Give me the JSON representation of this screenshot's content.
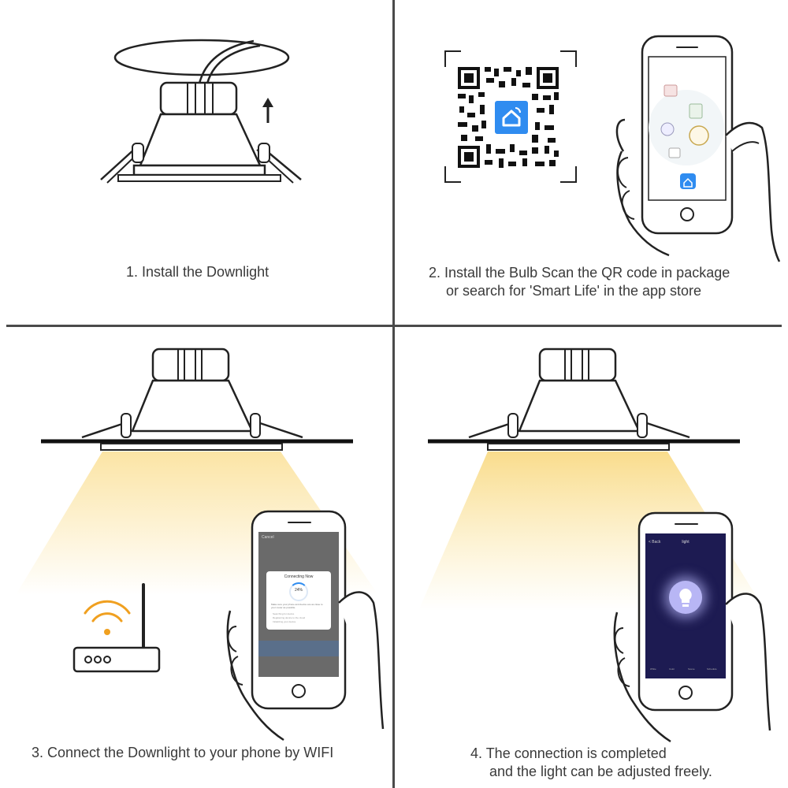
{
  "steps": [
    {
      "caption": "1. Install the Downlight"
    },
    {
      "caption_line1": "2. Install the Bulb Scan the QR code in package",
      "caption_line2": "or search for 'Smart Life' in the app store"
    },
    {
      "caption": "3. Connect the Downlight to your phone by WIFI",
      "phone": {
        "header": "Cancel",
        "dialog_title": "Connecting Now",
        "progress": "24%",
        "message": "Make sure your phone and device are as close to your router as possible.",
        "checklist": [
          "Searching for device",
          "Registering device to the cloud",
          "Initializing your device"
        ]
      }
    },
    {
      "caption_line1": "4. The connection is completed",
      "caption_line2": "and the light can be adjusted freely.",
      "phone": {
        "back": "< Back",
        "title": "light",
        "tabs": [
          "White",
          "Color",
          "Scene",
          "Schedule"
        ]
      }
    }
  ],
  "colors": {
    "divider": "#4a4a4a",
    "app_blue": "#2f8cf0",
    "wifi_orange": "#f0a020",
    "light_glow": "#fbe7a6",
    "app_bg_dark": "#1d1b52"
  },
  "icons": [
    "upload-arrow-icon",
    "qr-code",
    "smart-life-app-icon",
    "wifi-icon",
    "lightbulb-icon",
    "home-button-icon"
  ]
}
